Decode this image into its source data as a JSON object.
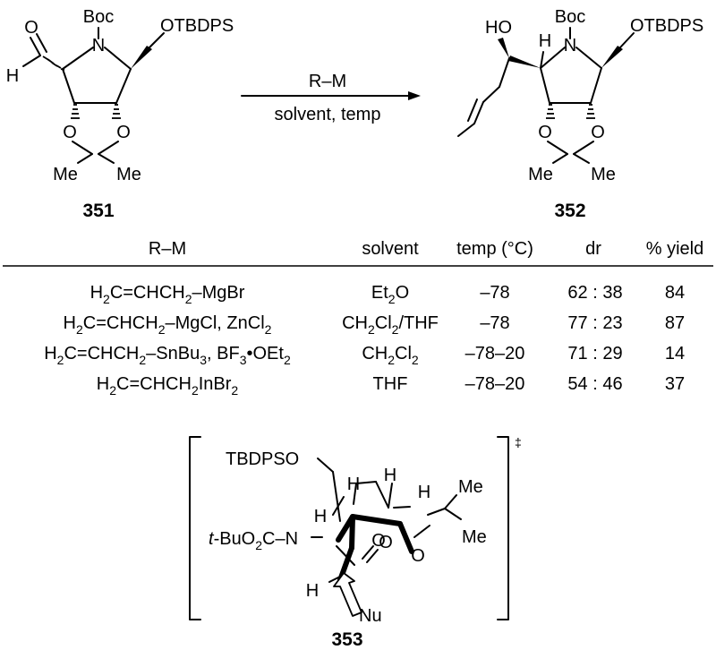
{
  "compound_351": {
    "number": "351",
    "boc": "Boc",
    "otbdps": "OTBDPS",
    "n": "N",
    "h": "H",
    "o": "O",
    "me": "Me"
  },
  "compound_352": {
    "number": "352",
    "ho": "HO",
    "h": "H",
    "boc": "Boc",
    "otbdps": "OTBDPS",
    "n": "N",
    "o": "O",
    "me": "Me"
  },
  "arrow": {
    "reagent": "R–M",
    "conditions": "solvent, temp"
  },
  "table": {
    "headers": [
      "R–M",
      "solvent",
      "temp (°C)",
      "dr",
      "% yield"
    ],
    "rows": [
      {
        "reagent": [
          "H",
          "2",
          "C=CHCH",
          "2",
          "–MgBr"
        ],
        "solvent": [
          "Et",
          "2",
          "O"
        ],
        "temp": "–78",
        "dr": "62 : 38",
        "yield": "84"
      },
      {
        "reagent": [
          "H",
          "2",
          "C=CHCH",
          "2",
          "–MgCl, ZnCl",
          "2",
          ""
        ],
        "solvent": [
          "CH",
          "2",
          "Cl",
          "2",
          "/THF"
        ],
        "temp": "–78",
        "dr": "77 : 23",
        "yield": "87"
      },
      {
        "reagent": [
          "H",
          "2",
          "C=CHCH",
          "2",
          "–SnBu",
          "3",
          ", BF",
          "3",
          "•OEt",
          "2",
          ""
        ],
        "solvent": [
          "CH",
          "2",
          "Cl",
          "2",
          ""
        ],
        "temp": "–78–20",
        "dr": "71 : 29",
        "yield": "14"
      },
      {
        "reagent": [
          "H",
          "2",
          "C=CHCH",
          "2",
          "InBr",
          "2",
          ""
        ],
        "solvent": [
          "THF"
        ],
        "temp": "–78–20",
        "dr": "54 : 46",
        "yield": "37"
      }
    ]
  },
  "ts_353": {
    "number": "353",
    "dagger": "‡",
    "tbdpso": "TBDPSO",
    "h": "H",
    "me": "Me",
    "tbu_prefix": "t",
    "tbu_rest": "-BuO",
    "sub2": "2",
    "c_n": "C–N",
    "o": "O",
    "nu": "Nu"
  }
}
